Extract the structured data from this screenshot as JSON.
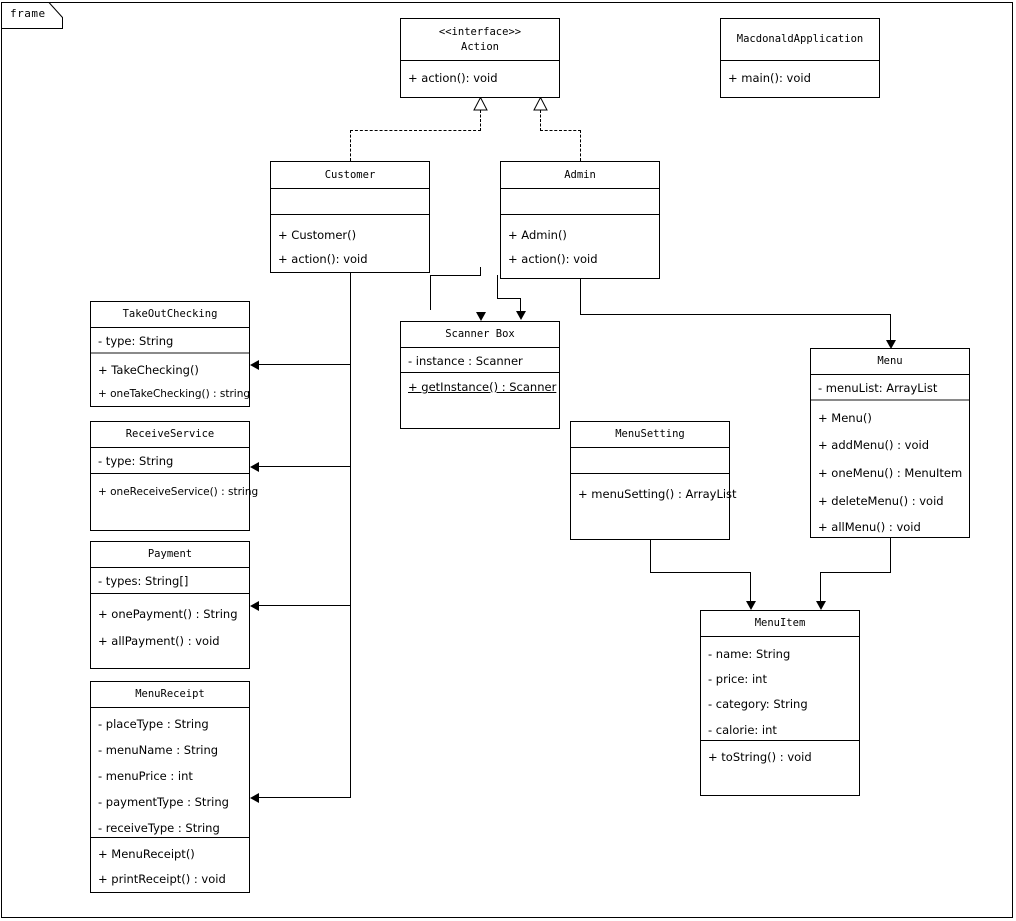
{
  "frame": {
    "label": "frame"
  },
  "classes": [
    {
      "id": "action",
      "name": "Action",
      "stereotype": "<<interface>>",
      "attributes": [],
      "operations": [
        "+ action(): void"
      ]
    },
    {
      "id": "macdonald-application",
      "name": "MacdonaldApplication",
      "stereotype": "",
      "attributes": [],
      "operations": [
        "+ main(): void"
      ]
    },
    {
      "id": "customer",
      "name": "Customer",
      "stereotype": "",
      "attributes": [],
      "operations": [
        "+ Customer()",
        "+ action(): void"
      ]
    },
    {
      "id": "admin",
      "name": "Admin",
      "stereotype": "",
      "attributes": [],
      "operations": [
        "+ Admin()",
        "+ action(): void"
      ]
    },
    {
      "id": "scanner-box",
      "name": "Scanner Box",
      "stereotype": "",
      "attributes": [
        "- instance : Scanner"
      ],
      "operations": [
        "+ getInstance() : Scanner"
      ]
    },
    {
      "id": "menu",
      "name": "Menu",
      "stereotype": "",
      "attributes": [
        "- menuList: ArrayList"
      ],
      "operations": [
        "+ Menu()",
        "+ addMenu() : void",
        "+ oneMenu() : MenuItem",
        "+ deleteMenu() : void",
        "+ allMenu() : void"
      ]
    },
    {
      "id": "menu-setting",
      "name": "MenuSetting",
      "stereotype": "",
      "attributes": [],
      "operations": [
        "+ menuSetting() : ArrayList"
      ]
    },
    {
      "id": "menu-item",
      "name": "MenuItem",
      "stereotype": "",
      "attributes": [
        "- name: String",
        "- price: int",
        "- category: String",
        "- calorie: int"
      ],
      "operations": [
        "+ toString() : void"
      ]
    },
    {
      "id": "take-out-checking",
      "name": "TakeOutChecking",
      "stereotype": "",
      "attributes": [
        "- type: String"
      ],
      "operations": [
        "+ TakeChecking()",
        "+ oneTakeChecking() : string"
      ]
    },
    {
      "id": "receive-service",
      "name": "ReceiveService",
      "stereotype": "",
      "attributes": [
        "- type: String"
      ],
      "operations": [
        "+ oneReceiveService() : string"
      ]
    },
    {
      "id": "payment",
      "name": "Payment",
      "stereotype": "",
      "attributes": [
        "- types: String[]"
      ],
      "operations": [
        "+ onePayment() : String",
        "+ allPayment() : void"
      ]
    },
    {
      "id": "menu-receipt",
      "name": "MenuReceipt",
      "stereotype": "",
      "attributes": [
        "- placeType : String",
        "- menuName : String",
        "- menuPrice : int",
        "- paymentType : String",
        "- receiveType : String"
      ],
      "operations": [
        "+ MenuReceipt()",
        "+ printReceipt() : void"
      ]
    }
  ],
  "relationships": [
    {
      "from": "customer",
      "to": "action",
      "type": "realization"
    },
    {
      "from": "admin",
      "to": "action",
      "type": "realization"
    },
    {
      "from": "customer",
      "to": "scanner-box",
      "type": "association"
    },
    {
      "from": "admin",
      "to": "scanner-box",
      "type": "association"
    },
    {
      "from": "admin",
      "to": "menu",
      "type": "association"
    },
    {
      "from": "customer",
      "to": "take-out-checking",
      "type": "association"
    },
    {
      "from": "customer",
      "to": "receive-service",
      "type": "association"
    },
    {
      "from": "customer",
      "to": "payment",
      "type": "association"
    },
    {
      "from": "customer",
      "to": "menu-receipt",
      "type": "association"
    },
    {
      "from": "menu-setting",
      "to": "menu-item",
      "type": "association"
    },
    {
      "from": "menu",
      "to": "menu-item",
      "type": "association"
    }
  ],
  "colors": {
    "line": "#000000",
    "fill": "#ffffff",
    "shaded_divider": "#8a8a8a"
  }
}
